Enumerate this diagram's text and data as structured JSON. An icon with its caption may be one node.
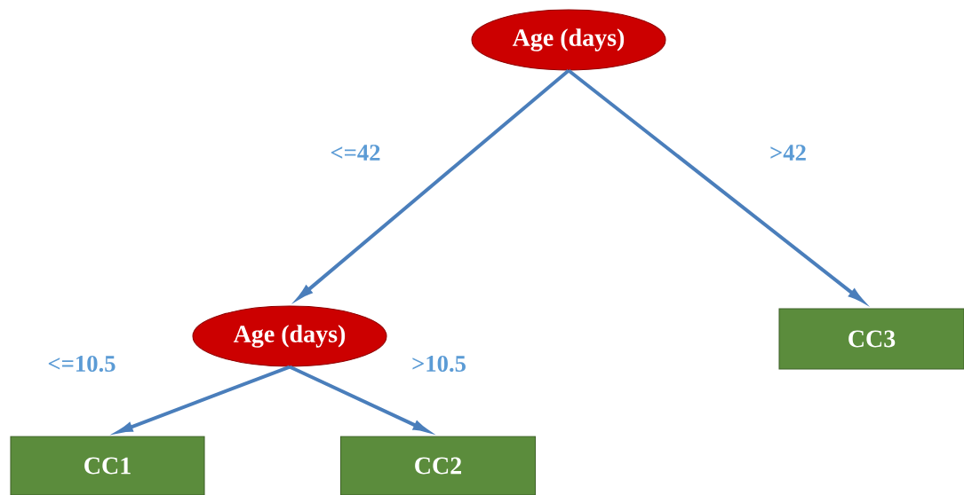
{
  "diagram": {
    "nodes": [
      {
        "text": [
          "Age (days)"
        ]
      },
      {
        "text": [
          "Age (days)"
        ]
      },
      {
        "text": [
          "CC1"
        ]
      },
      {
        "text": [
          "CC2"
        ]
      },
      {
        "text": [
          "CC3"
        ]
      }
    ],
    "edges": [
      {
        "from": 0,
        "to": 1,
        "arrow": "to",
        "label": "<=42"
      },
      {
        "from": 0,
        "to": 4,
        "arrow": "to",
        "label": ">42"
      },
      {
        "from": 1,
        "to": 2,
        "arrow": "to",
        "label": "<=10.5"
      },
      {
        "from": 1,
        "to": 3,
        "arrow": "to",
        "label": ">10.5"
      }
    ]
  }
}
